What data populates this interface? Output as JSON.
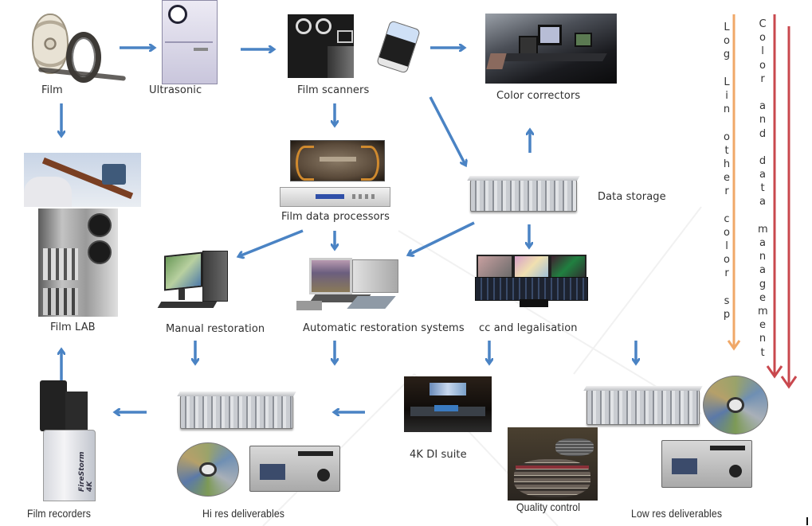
{
  "diagram": {
    "type": "film digital restoration workflow",
    "nodes": [
      {
        "id": "film",
        "label": "Film",
        "icon": "film-reel-icon"
      },
      {
        "id": "ultrasonic",
        "label": "Ultrasonic",
        "icon": "ultrasonic-cleaner-icon"
      },
      {
        "id": "film_scanners",
        "label": "Film scanners",
        "icon": "film-scanner-icon"
      },
      {
        "id": "color_correctors",
        "label": "Color correctors",
        "icon": "grading-suite-icon"
      },
      {
        "id": "film_lab",
        "label": "Film LAB",
        "icon": "film-lab-icon"
      },
      {
        "id": "film_data_processors",
        "label": "Film data processors",
        "icon": "data-processor-icon"
      },
      {
        "id": "data_storage",
        "label": "Data storage",
        "icon": "storage-rack-icon"
      },
      {
        "id": "manual_restoration",
        "label": "Manual restoration",
        "icon": "workstation-icon"
      },
      {
        "id": "automatic_restoration",
        "label": "Automatic restoration systems",
        "icon": "restoration-system-icon"
      },
      {
        "id": "cc_legalisation",
        "label": "cc and legalisation",
        "icon": "control-console-icon"
      },
      {
        "id": "film_recorders",
        "label": "Film recorders",
        "icon": "film-recorder-icon"
      },
      {
        "id": "hi_res_deliverables",
        "label": "Hi res deliverables",
        "icon": "disc-and-vtr-icon"
      },
      {
        "id": "4k_di_suite",
        "label": "4K DI suite",
        "icon": "screening-room-icon"
      },
      {
        "id": "quality_control",
        "label": "Quality control",
        "icon": "film-cans-icon"
      },
      {
        "id": "low_res_deliverables",
        "label": "Low res deliverables",
        "icon": "disc-and-vtr-icon"
      }
    ],
    "edges": [
      {
        "from": "film",
        "to": "ultrasonic"
      },
      {
        "from": "ultrasonic",
        "to": "film_scanners"
      },
      {
        "from": "film_scanners",
        "to": "color_correctors"
      },
      {
        "from": "film",
        "to": "film_lab"
      },
      {
        "from": "film_scanners",
        "to": "film_data_processors"
      },
      {
        "from": "film_scanners",
        "to": "data_storage"
      },
      {
        "from": "data_storage",
        "to": "color_correctors"
      },
      {
        "from": "film_data_processors",
        "to": "manual_restoration"
      },
      {
        "from": "film_data_processors",
        "to": "automatic_restoration"
      },
      {
        "from": "data_storage",
        "to": "automatic_restoration"
      },
      {
        "from": "data_storage",
        "to": "cc_legalisation"
      },
      {
        "from": "manual_restoration",
        "to": "hi_res_deliverables"
      },
      {
        "from": "automatic_restoration",
        "to": "hi_res_deliverables"
      },
      {
        "from": "cc_legalisation",
        "to": "4k_di_suite"
      },
      {
        "from": "cc_legalisation",
        "to": "low_res_deliverables"
      },
      {
        "from": "4k_di_suite",
        "to": "hi_res_deliverables"
      },
      {
        "from": "hi_res_deliverables",
        "to": "film_recorders"
      },
      {
        "from": "film_recorders",
        "to": "film_lab"
      }
    ],
    "side_arrows": [
      {
        "id": "log_lin",
        "text": "Log Lin other color sp",
        "color": "#f0a868"
      },
      {
        "id": "color_data_mgmt",
        "text": "Color and data management",
        "color": "#c9484e"
      }
    ],
    "colors": {
      "flow_arrow": "#4a83c4",
      "log_arrow": "#f0a868",
      "mgmt_arrow": "#c9484e",
      "label_text": "#2f2f2f"
    },
    "rack_brand": "",
    "recorder_brand": "FireStorm 4K"
  }
}
